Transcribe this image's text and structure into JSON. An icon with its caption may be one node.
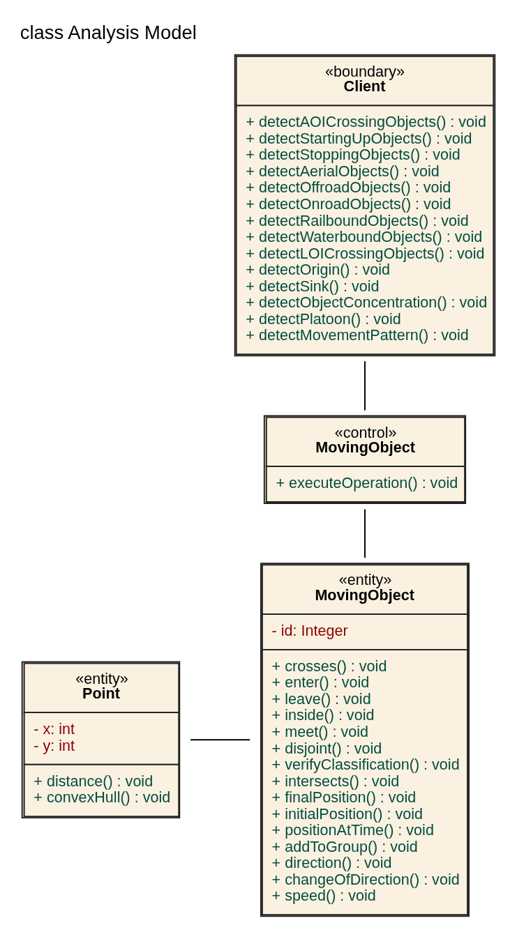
{
  "diagram": {
    "title": "class Analysis Model",
    "nodes": [
      {
        "text": [
          "«boundary»",
          "Client",
          "+ detectAOICrossingObjects() : void",
          "+ detectStartingUpObjects() : void",
          "+ detectStoppingObjects() : void",
          "+ detectAerialObjects() : void",
          "+ detectOffroadObjects() : void",
          "+ detectOnroadObjects() : void",
          "+ detectRailboundObjects() : void",
          "+ detectWaterboundObjects() : void",
          "+ detectLOICrossingObjects() : void",
          "+ detectOrigin() : void",
          "+ detectSink() : void",
          "+ detectObjectConcentration() : void",
          "+ detectPlatoon() : void",
          "+ detectMovementPattern() : void"
        ]
      },
      {
        "text": [
          "«control»",
          "MovingObject",
          "+ executeOperation() : void"
        ]
      },
      {
        "text": [
          "«entity»",
          "MovingObject",
          "- id: Integer",
          "+ crosses() : void",
          "+ enter() : void",
          "+ leave() : void",
          "+ inside() : void",
          "+ meet() : void",
          "+ disjoint() : void",
          "+ verifyClassification() : void",
          "+ intersects() : void",
          "+ finalPosition() : void",
          "+ initialPosition() : void",
          "+ positionAtTime() : void",
          "+ addToGroup() : void",
          "+ direction() : void",
          "+ changeOfDirection() : void",
          "+ speed() : void"
        ]
      },
      {
        "text": [
          "«entity»",
          "Point",
          "- x: int",
          "- y: int",
          "+ distance() : void",
          "+ convexHull() : void"
        ]
      }
    ],
    "edges": [
      {
        "from": 0,
        "to": 1,
        "arrow": "none"
      },
      {
        "from": 1,
        "to": 2,
        "arrow": "none"
      },
      {
        "from": 3,
        "to": 2,
        "arrow": "none"
      }
    ]
  }
}
